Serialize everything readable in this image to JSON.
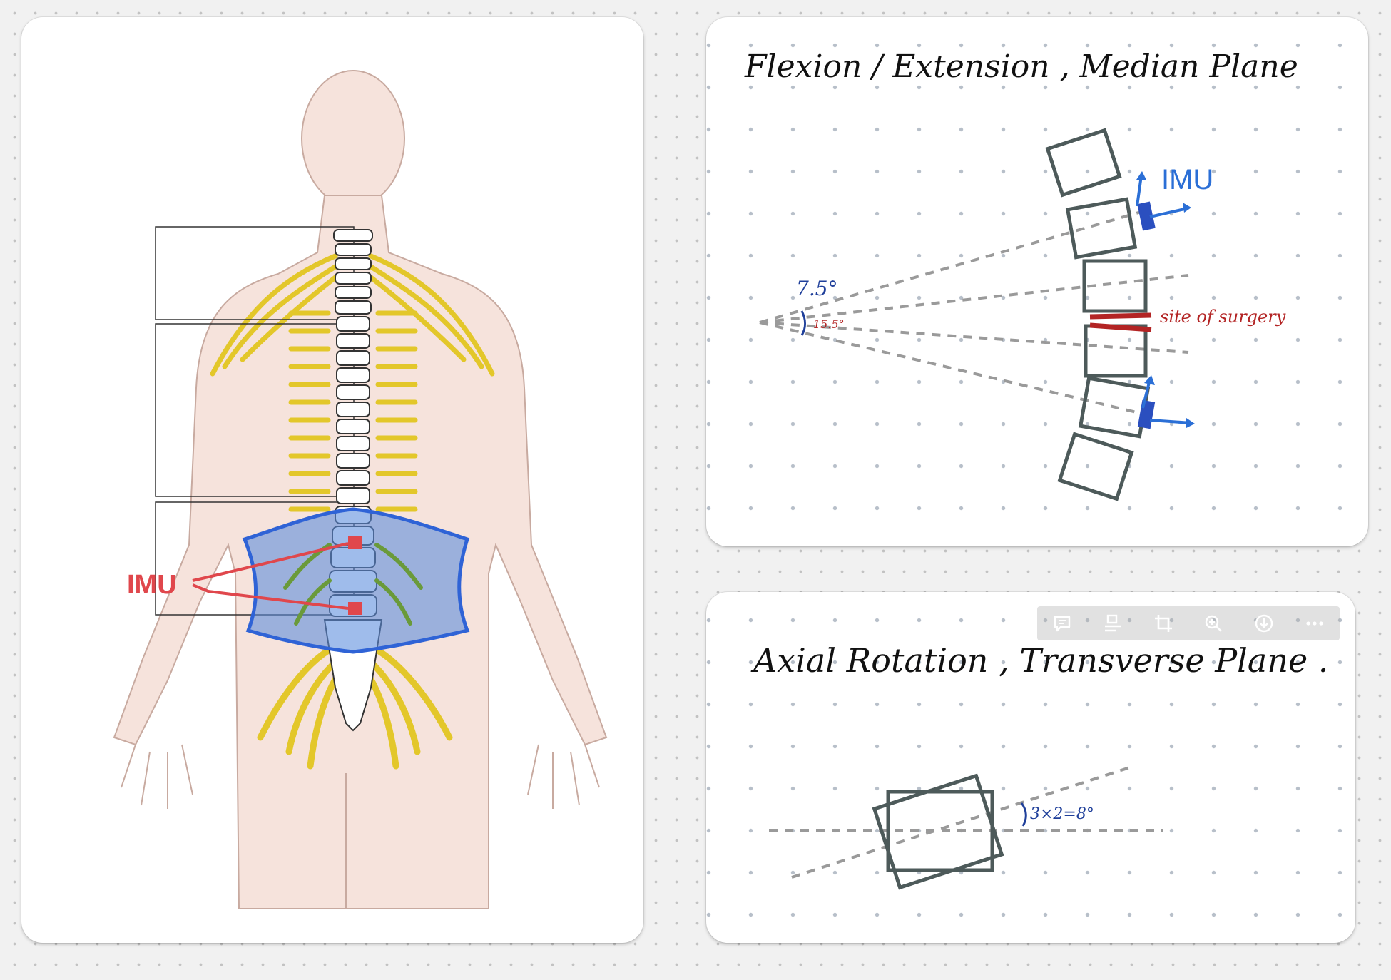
{
  "anatomy": {
    "imu_label": "IMU"
  },
  "flexion": {
    "title": "Flexion / Extension ,  Median  Plane",
    "imu_label": "IMU",
    "angle_primary": "7.5°",
    "angle_secondary": "15.5°",
    "site_label": "site of surgery"
  },
  "axial": {
    "title": "Axial Rotation ,  Transverse  Plane .",
    "angle_label": "3×2=8°",
    "toolbar": [
      {
        "icon": "comment-icon"
      },
      {
        "icon": "align-icon"
      },
      {
        "icon": "crop-icon"
      },
      {
        "icon": "zoom-in-icon"
      },
      {
        "icon": "download-icon"
      },
      {
        "icon": "more-icon"
      }
    ]
  },
  "colors": {
    "imu_red": "#e0474c",
    "imu_blue": "#2b6fd6",
    "box_gray": "#4d5a5a",
    "surgery_red": "#b32424",
    "ink_blue": "#1f3f9a",
    "nerve_yellow": "#e3c72a",
    "skin": "#f6e3dc"
  }
}
